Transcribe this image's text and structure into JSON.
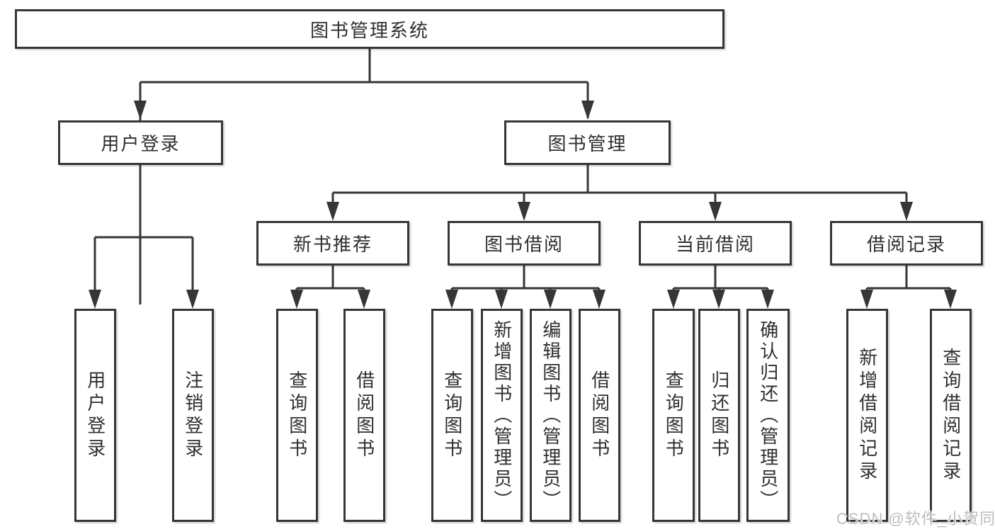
{
  "diagram": {
    "line_color": "#363636",
    "root": {
      "label": "图书管理系统"
    },
    "level2": [
      {
        "label": "用户登录"
      },
      {
        "label": "图书管理"
      }
    ],
    "level3": [
      {
        "label": "新书推荐"
      },
      {
        "label": "图书借阅"
      },
      {
        "label": "当前借阅"
      },
      {
        "label": "借阅记录"
      }
    ],
    "leaves": [
      {
        "label": "用户登录"
      },
      {
        "label": "注销登录"
      },
      {
        "label": "查询图书"
      },
      {
        "label": "借阅图书"
      },
      {
        "label": "查询图书"
      },
      {
        "label": "新增图书（管理员）"
      },
      {
        "label": "编辑图书（管理员）"
      },
      {
        "label": "借阅图书"
      },
      {
        "label": "查询图书"
      },
      {
        "label": "归还图书"
      },
      {
        "label": "确认归还（管理员）"
      },
      {
        "label": "新增借阅记录"
      },
      {
        "label": "查询借阅记录"
      }
    ]
  },
  "watermark": {
    "text": "CSDN @软件_小贺同学"
  }
}
